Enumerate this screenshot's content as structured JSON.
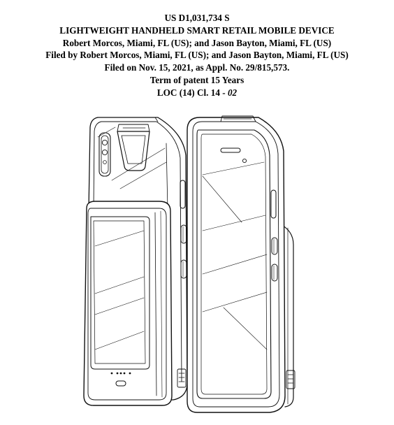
{
  "patent": {
    "number_line": "US D1,031,734 S",
    "title": "LIGHTWEIGHT HANDHELD SMART RETAIL MOBILE DEVICE",
    "inventors": "Robert Morcos, Miami, FL (US); and Jason Bayton, Miami, FL (US)",
    "filed_by": "Filed by Robert Morcos, Miami, FL (US); and Jason Bayton, Miami, FL (US)",
    "filed_on": "Filed on Nov. 15, 2021, as Appl. No. 29/815,573.",
    "term": "Term of patent 15 Years",
    "loc_prefix": "LOC (14) Cl. 14 - ",
    "loc_subclass": "02"
  }
}
